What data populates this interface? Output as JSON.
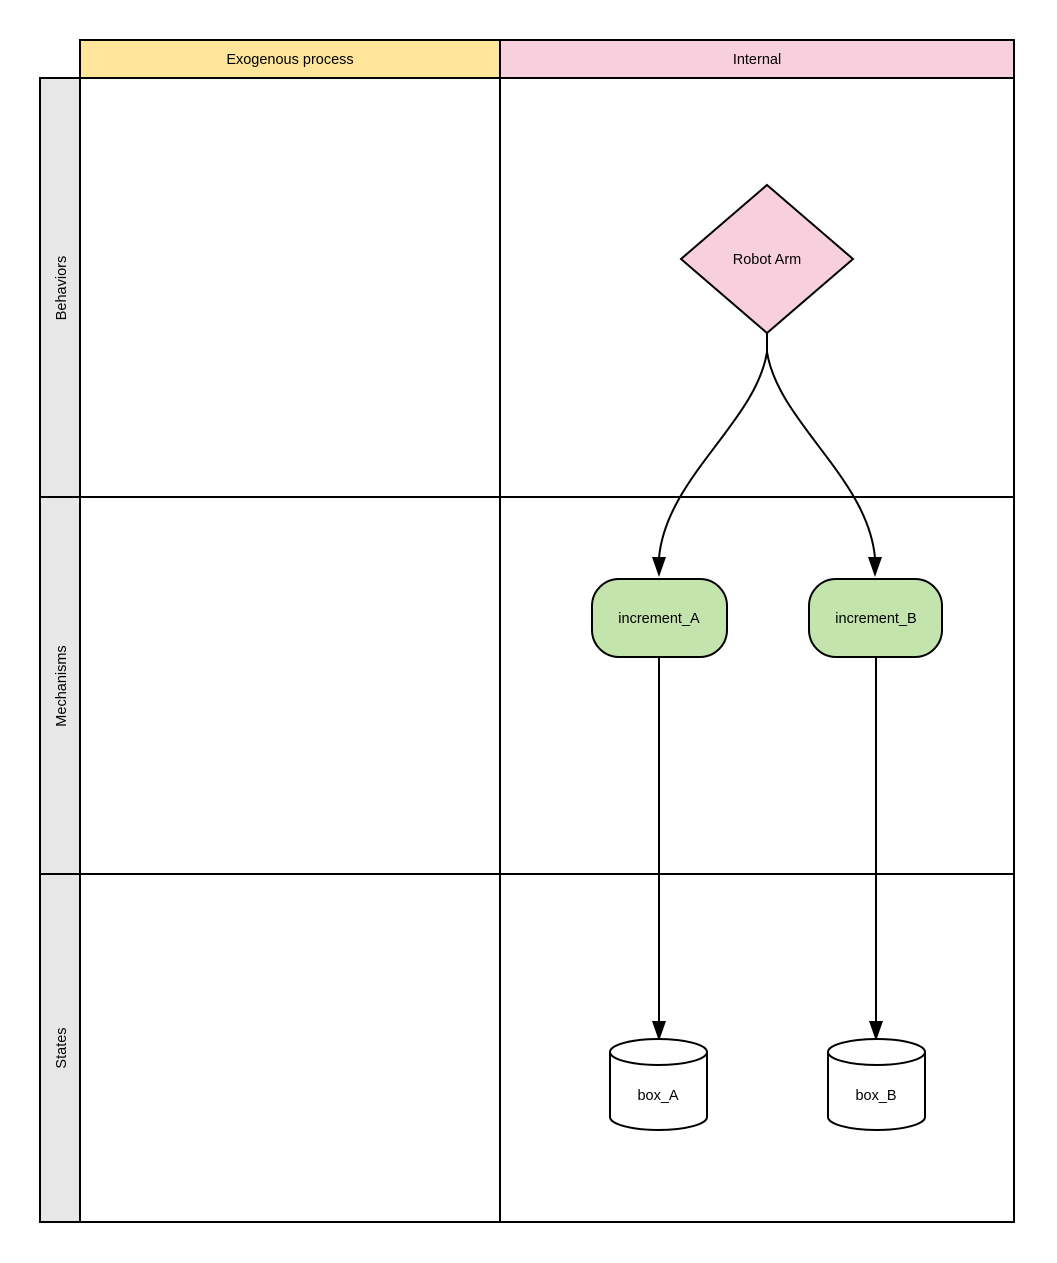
{
  "page": {
    "background": "#ffffff",
    "stroke": "#000000"
  },
  "matrix": {
    "column_headers": [
      {
        "id": "exogenous",
        "label": "Exogenous process",
        "color": "#ffe599"
      },
      {
        "id": "internal",
        "label": "Internal",
        "color": "#f8cfdc"
      }
    ],
    "row_headers": [
      {
        "id": "behaviors",
        "label": "Behaviors"
      },
      {
        "id": "mechanisms",
        "label": "Mechanisms"
      },
      {
        "id": "states",
        "label": "States"
      }
    ],
    "row_header_bg": "#e7e7e7"
  },
  "nodes": {
    "robot_arm": {
      "label": "Robot Arm",
      "shape": "diamond",
      "fill": "#f8cfdc",
      "row": "Behaviors",
      "column": "Internal"
    },
    "increment_a": {
      "label": "increment_A",
      "shape": "rounded-rect",
      "fill": "#c3e4ad",
      "row": "Mechanisms",
      "column": "Internal"
    },
    "increment_b": {
      "label": "increment_B",
      "shape": "rounded-rect",
      "fill": "#c3e4ad",
      "row": "Mechanisms",
      "column": "Internal"
    },
    "box_a": {
      "label": "box_A",
      "shape": "cylinder",
      "fill": "#ffffff",
      "row": "States",
      "column": "Internal"
    },
    "box_b": {
      "label": "box_B",
      "shape": "cylinder",
      "fill": "#ffffff",
      "row": "States",
      "column": "Internal"
    }
  },
  "edges": [
    {
      "from": "Robot Arm",
      "to": "increment_A",
      "style": "curved-arrow"
    },
    {
      "from": "Robot Arm",
      "to": "increment_B",
      "style": "curved-arrow"
    },
    {
      "from": "increment_A",
      "to": "box_A",
      "style": "straight-arrow"
    },
    {
      "from": "increment_B",
      "to": "box_B",
      "style": "straight-arrow"
    }
  ]
}
